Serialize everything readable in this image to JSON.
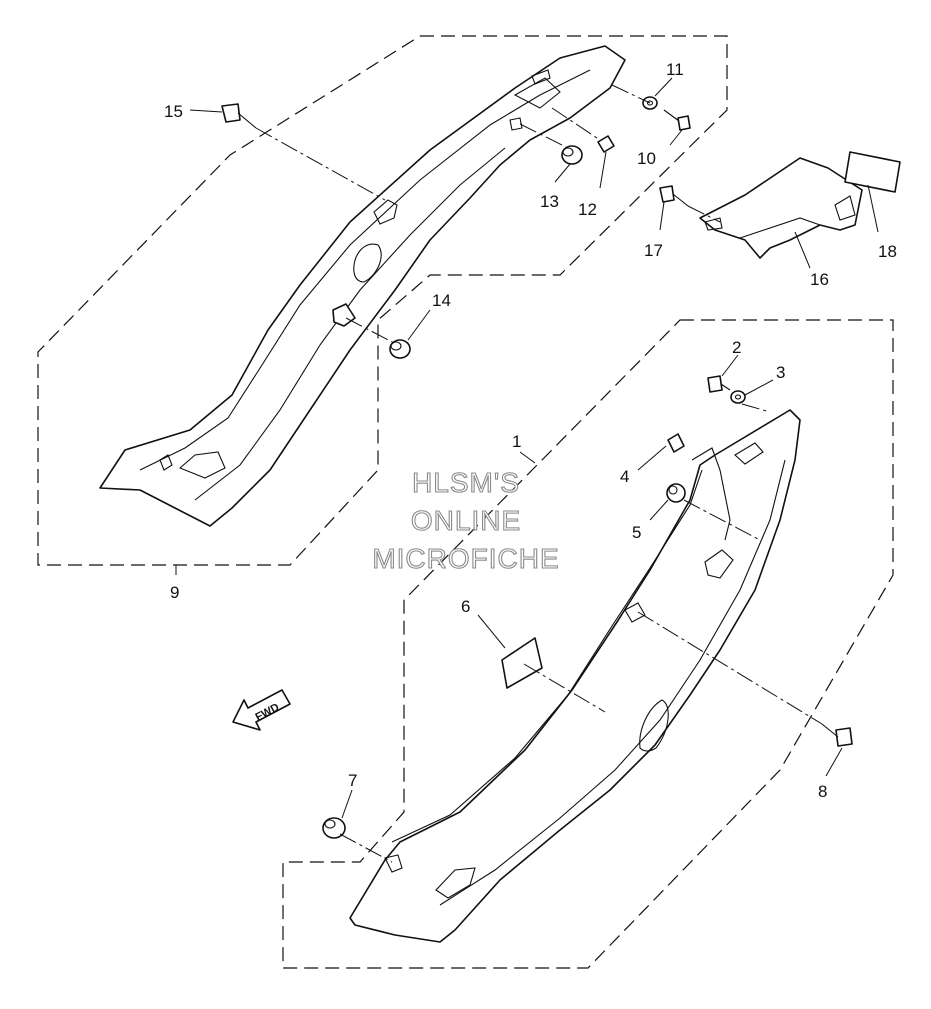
{
  "watermark": {
    "line1": "HLSM'S",
    "line2": "ONLINE",
    "line3": "MICROFICHE"
  },
  "direction_arrow": {
    "label": "FWD"
  },
  "callouts": {
    "c1": "1",
    "c2": "2",
    "c3": "3",
    "c4": "4",
    "c5": "5",
    "c6": "6",
    "c7": "7",
    "c8": "8",
    "c9": "9",
    "c10": "10",
    "c11": "11",
    "c12": "12",
    "c13": "13",
    "c14": "14",
    "c15": "15",
    "c16": "16",
    "c17": "17",
    "c18": "18"
  }
}
